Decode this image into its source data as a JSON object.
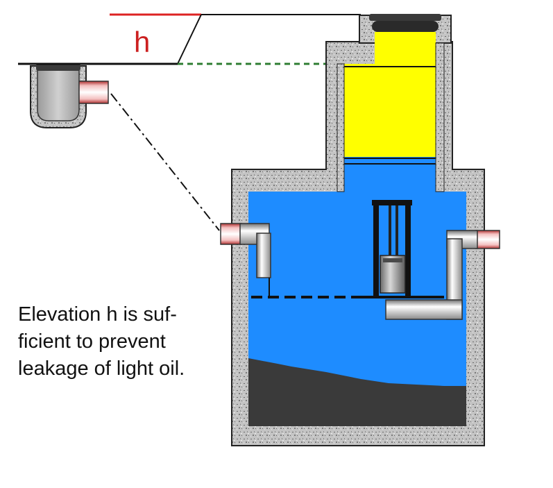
{
  "diagram": {
    "elevation_label": "h",
    "caption_lines": [
      "Elevation h is suf-",
      "ficient to prevent",
      "leakage of light oil."
    ]
  },
  "colors": {
    "water": "#1e8cff",
    "oil": "#ffff00",
    "sludge": "#3a3a3a",
    "concrete": "#bdbdbd",
    "elevation_marker": "#dd2222",
    "level_line": "#2e7d32"
  }
}
